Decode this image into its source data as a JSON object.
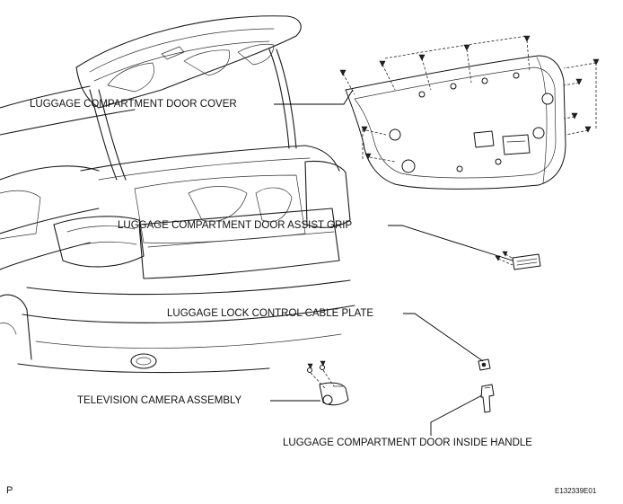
{
  "labels": {
    "door_cover": "LUGGAGE COMPARTMENT DOOR COVER",
    "assist_grip": "LUGGAGE COMPARTMENT DOOR ASSIST GRIP",
    "cable_plate": "LUGGAGE LOCK CONTROL CABLE PLATE",
    "camera": "TELEVISION CAMERA ASSEMBLY",
    "inside_handle": "LUGGAGE COMPARTMENT DOOR INSIDE HANDLE"
  },
  "corner_left": "P",
  "figure_code": "E132339E01"
}
